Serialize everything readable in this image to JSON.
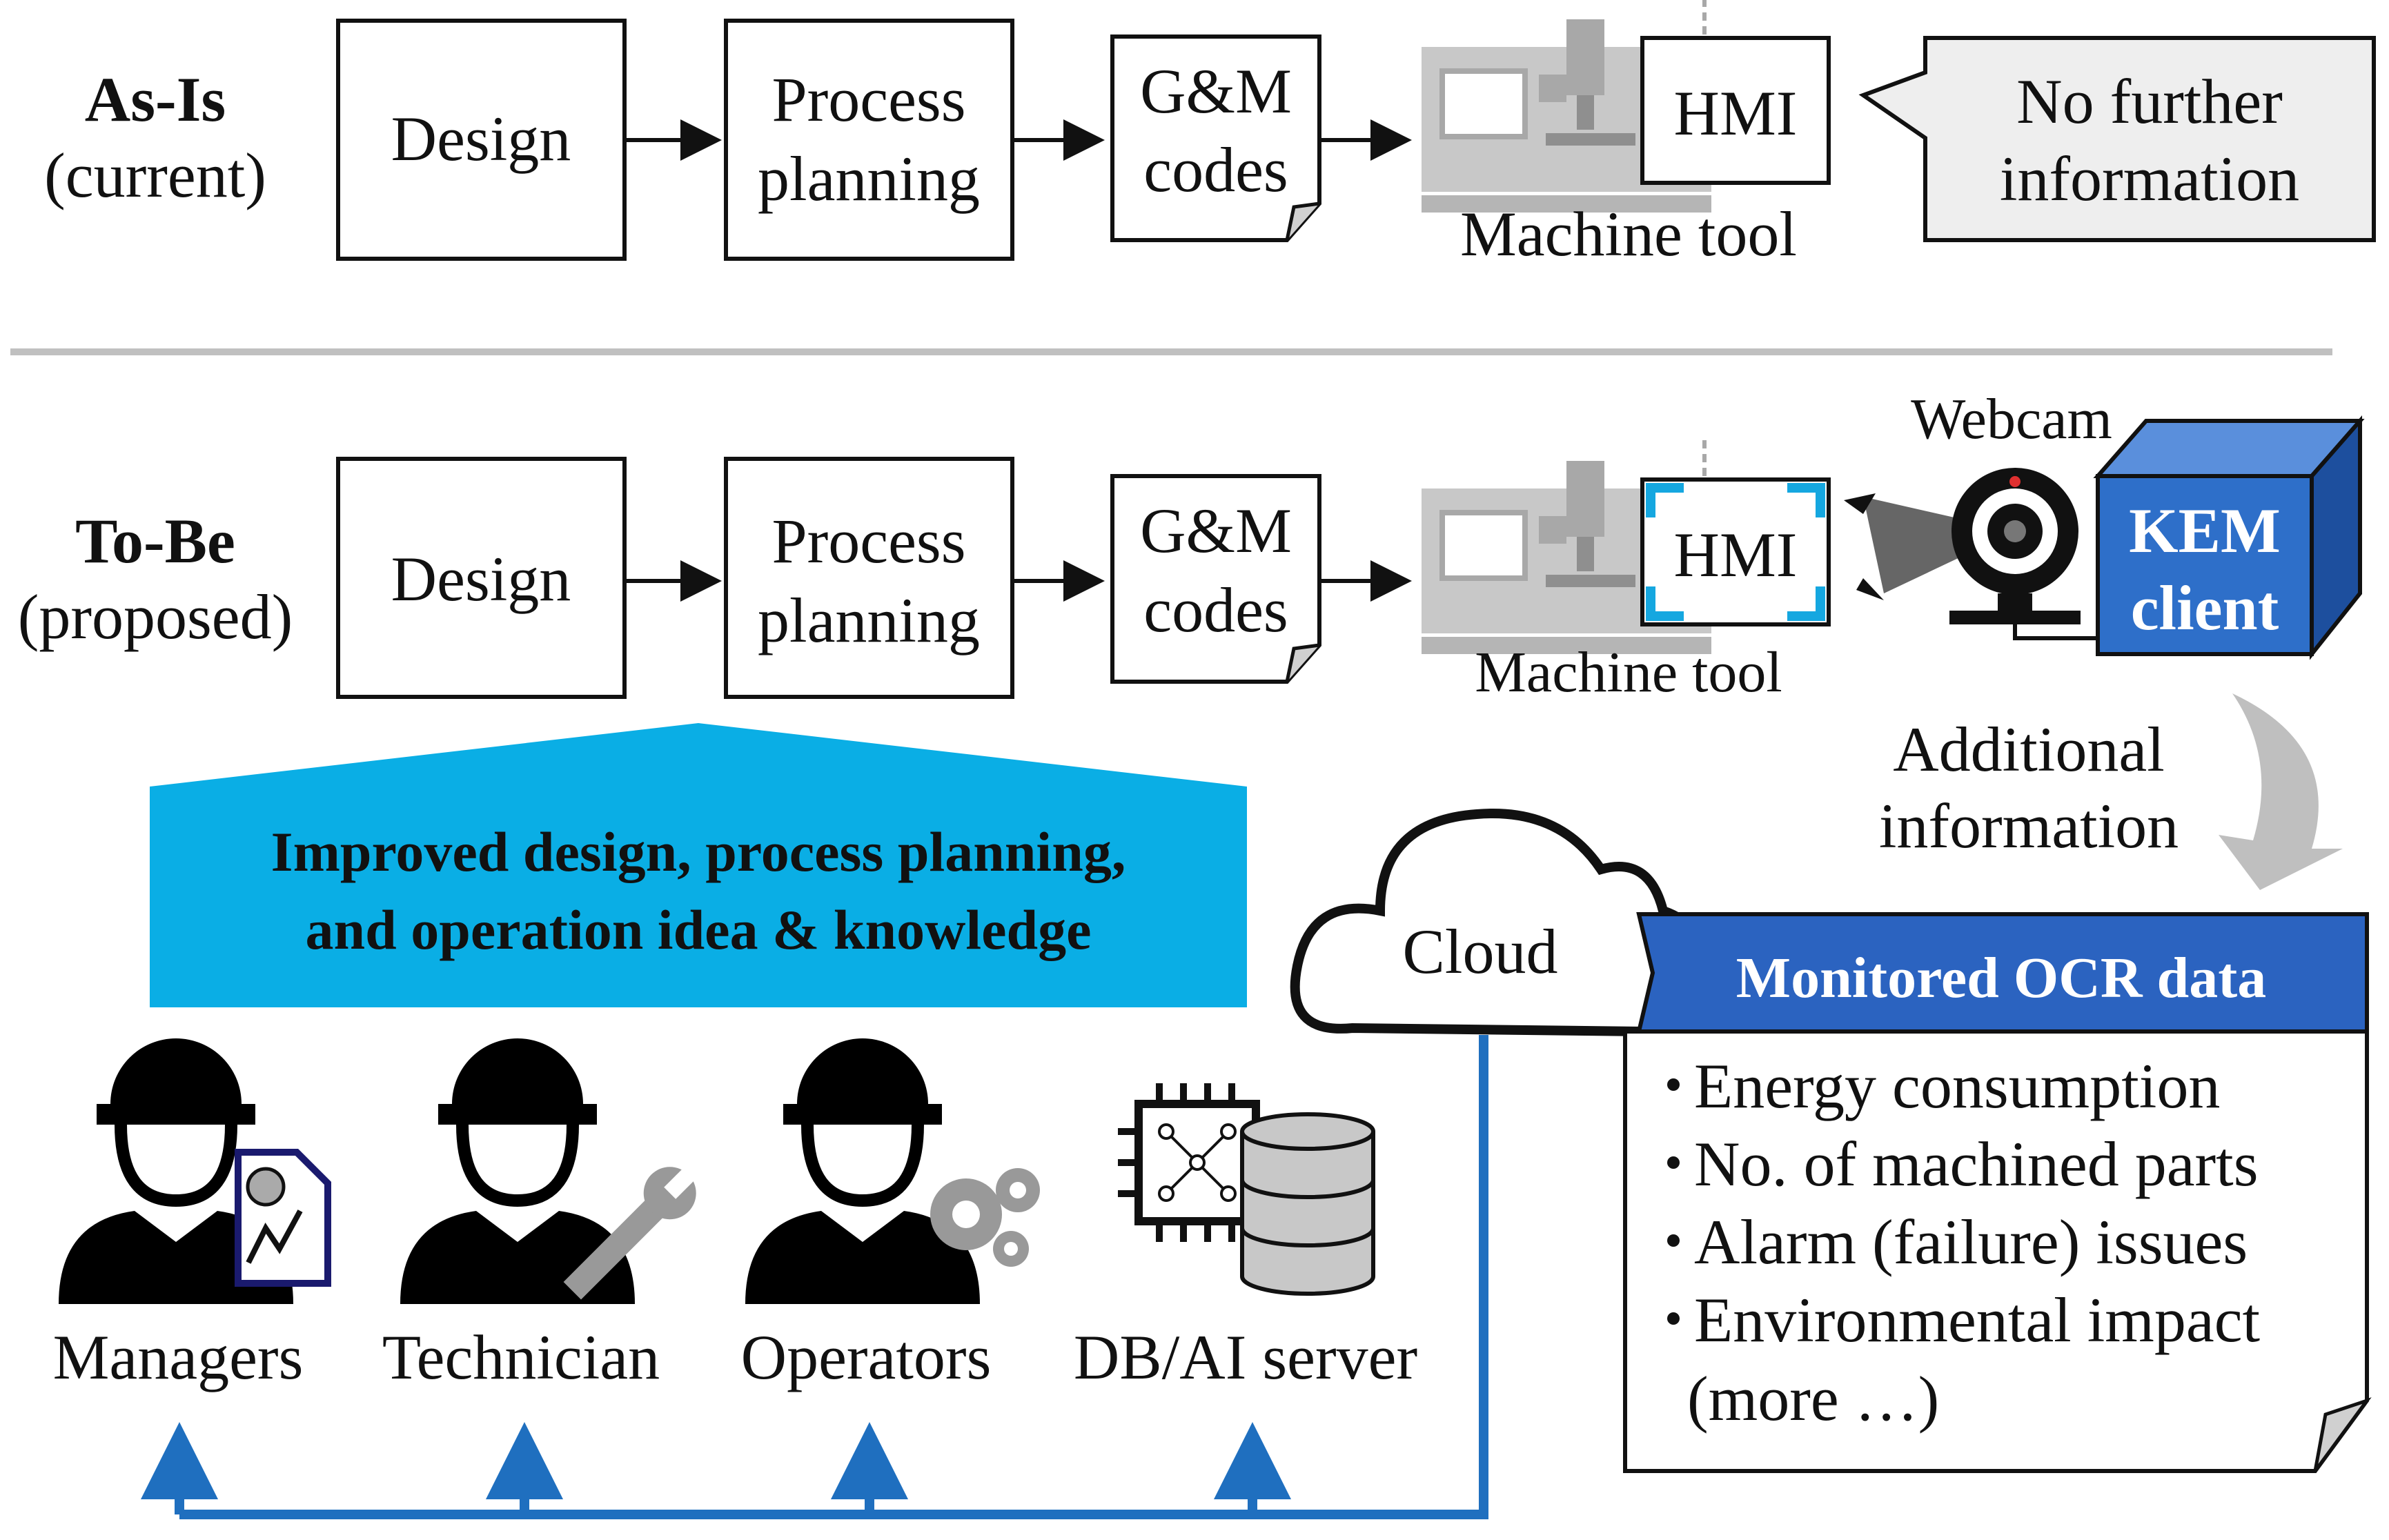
{
  "as_is": {
    "row_label": [
      "As-Is",
      "(current)"
    ],
    "design": "Design",
    "process_planning": [
      "Process",
      "planning"
    ],
    "gm_codes": [
      "G&M",
      "codes"
    ],
    "hmi": "HMI",
    "machine_tool": "Machine tool",
    "callout": [
      "No further",
      "information"
    ]
  },
  "to_be": {
    "row_label": [
      "To-Be",
      "(proposed)"
    ],
    "design": "Design",
    "process_planning": [
      "Process",
      "planning"
    ],
    "gm_codes": [
      "G&M",
      "codes"
    ],
    "hmi": "HMI",
    "machine_tool": "Machine tool",
    "webcam": "Webcam",
    "kem_client": [
      "KEM",
      "client"
    ],
    "additional_info": [
      "Additional",
      "information"
    ]
  },
  "banner": [
    "Improved design, process planning,",
    "and operation idea & knowledge"
  ],
  "cloud": "Cloud",
  "ocr": {
    "title": "Monitored OCR data",
    "items": [
      "Energy consumption",
      "No. of machined parts",
      "Alarm (failure) issues",
      "Environmental impact"
    ],
    "more": "(more …)"
  },
  "people": {
    "managers": "Managers",
    "technician": "Technician",
    "operators": "Operators",
    "server": "DB/AI server"
  },
  "colors": {
    "banner": "#0aaee5",
    "kem": "#2e6fc9",
    "ocr_header": "#2b63c0",
    "flow_line": "#1f6fbf",
    "hmi_bracket": "#15a7e0",
    "machine_gray": "#c8c8c8",
    "callout_fill": "#eeeeee",
    "arrow_gray": "#bfbfbf"
  }
}
